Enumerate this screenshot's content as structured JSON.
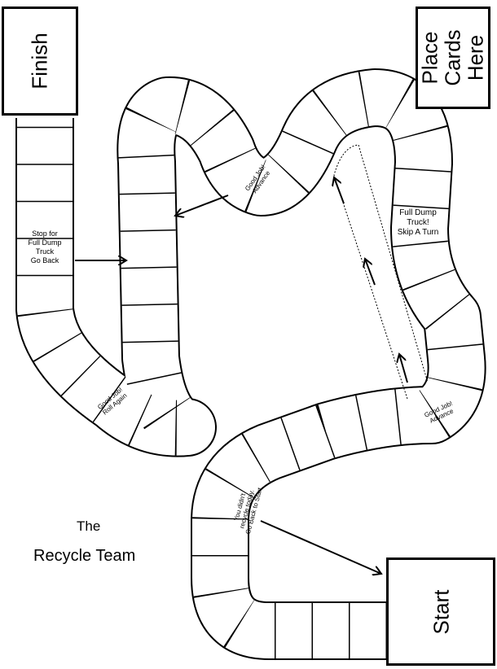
{
  "board": {
    "title_line1": "The",
    "title_line2": "Recycle Team",
    "finish_label": "Finish",
    "start_label": "Start",
    "cards_label": [
      "Place",
      "Cards",
      "Here"
    ],
    "spaces": {
      "good_job_advance_top": [
        "Good Job!",
        "Advance"
      ],
      "good_job_advance_right": [
        "Good Job!",
        "Advance"
      ],
      "good_job_roll_again": [
        "Good Job!",
        "Roll Again"
      ],
      "full_dump_skip": [
        "Full Dump",
        "Truck!",
        "Skip A Turn"
      ],
      "stop_go_back": [
        "Stop for",
        "Full Dump",
        "Truck",
        "Go Back"
      ],
      "no_recycle": [
        "You didn't",
        "recycle today.",
        "Go Back to Start"
      ]
    },
    "colors": {
      "ink": "#000000",
      "paper": "#ffffff"
    }
  }
}
